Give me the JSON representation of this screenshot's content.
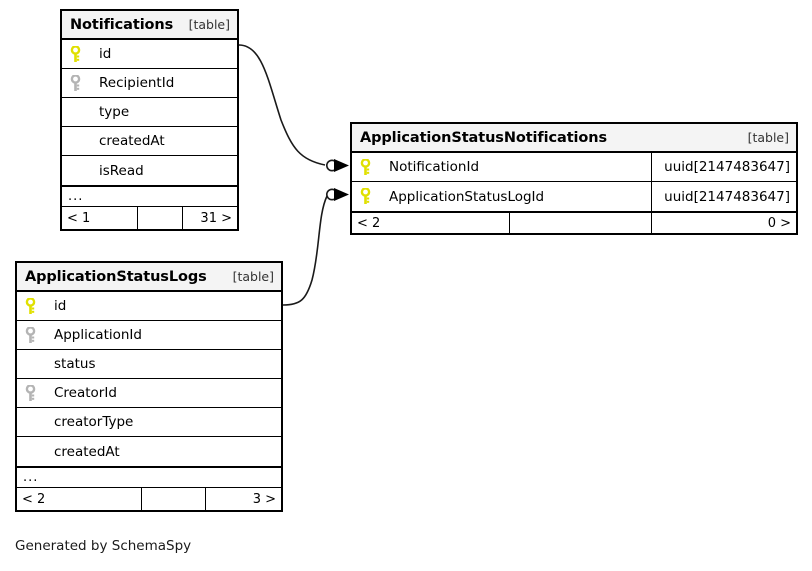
{
  "diagram": {
    "generator_credit": "Generated by SchemaSpy",
    "table_tag": "[table]",
    "ellipsis": "...",
    "colors": {
      "primary_key": "#e8e81c",
      "foreign_key": "#b0b0b0",
      "border": "#000000",
      "title_background": "#f4f4f4",
      "page_background": "#ffffff"
    }
  },
  "tables": [
    {
      "id": "notifications",
      "name": "Notifications",
      "tag": "[table]",
      "columns": [
        {
          "name": "id",
          "key": "primary",
          "type": ""
        },
        {
          "name": "RecipientId",
          "key": "foreign",
          "type": ""
        },
        {
          "name": "type",
          "key": "none",
          "type": ""
        },
        {
          "name": "createdAt",
          "key": "none",
          "type": ""
        },
        {
          "name": "isRead",
          "key": "none",
          "type": ""
        }
      ],
      "has_more_indicator": "...",
      "footer": {
        "left": "< 1",
        "middle": "",
        "right": "31 >"
      }
    },
    {
      "id": "application-status-notifications",
      "name": "ApplicationStatusNotifications",
      "tag": "[table]",
      "columns": [
        {
          "name": "NotificationId",
          "key": "primary",
          "type": "uuid[2147483647]"
        },
        {
          "name": "ApplicationStatusLogId",
          "key": "primary",
          "type": "uuid[2147483647]"
        }
      ],
      "has_more_indicator": "",
      "footer": {
        "left": "< 2",
        "middle": "",
        "right": "0 >"
      }
    },
    {
      "id": "application-status-logs",
      "name": "ApplicationStatusLogs",
      "tag": "[table]",
      "columns": [
        {
          "name": "id",
          "key": "primary",
          "type": ""
        },
        {
          "name": "ApplicationId",
          "key": "foreign",
          "type": ""
        },
        {
          "name": "status",
          "key": "none",
          "type": ""
        },
        {
          "name": "CreatorId",
          "key": "foreign",
          "type": ""
        },
        {
          "name": "creatorType",
          "key": "none",
          "type": ""
        },
        {
          "name": "createdAt",
          "key": "none",
          "type": ""
        }
      ],
      "has_more_indicator": "...",
      "footer": {
        "left": "< 2",
        "middle": "",
        "right": "3 >"
      }
    }
  ],
  "relationships": [
    {
      "id": "rel-notifications-to-asn",
      "from_table": "Notifications",
      "from_column": "id",
      "to_table": "ApplicationStatusNotifications",
      "to_column": "NotificationId"
    },
    {
      "id": "rel-logs-to-asn",
      "from_table": "ApplicationStatusLogs",
      "from_column": "id",
      "to_table": "ApplicationStatusNotifications",
      "to_column": "ApplicationStatusLogId"
    }
  ]
}
